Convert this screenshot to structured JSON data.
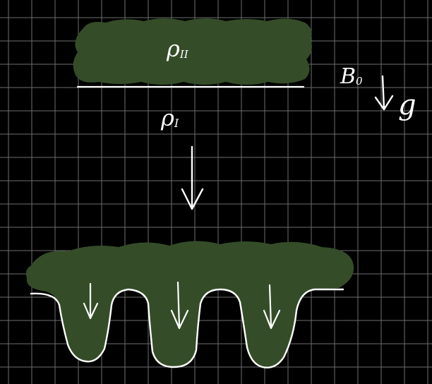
{
  "colors": {
    "background": "#000000",
    "grid": "#6e6e6e",
    "fluid_fill": "#344d28",
    "ink": "#ffffff"
  },
  "labels": {
    "upper_density": "ρ",
    "upper_density_sub": "II",
    "lower_density": "ρ",
    "lower_density_sub": "I",
    "magnetic_field": "B",
    "magnetic_field_sub": "0",
    "gravity": "g"
  }
}
